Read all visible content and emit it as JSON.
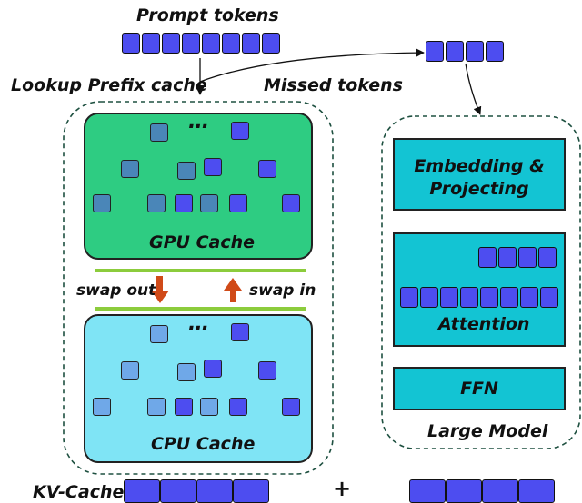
{
  "labels": {
    "prompt_tokens": "Prompt tokens",
    "lookup_prefix_cache": "Lookup Prefix cache",
    "missed_tokens": "Missed tokens",
    "gpu_cache": "GPU Cache",
    "cpu_cache": "CPU Cache",
    "swap_out": "swap out",
    "swap_in": "swap in",
    "embedding_line1": "Embedding &",
    "embedding_line2": "Projecting",
    "attention": "Attention",
    "ffn": "FFN",
    "large_model": "Large Model",
    "kv_cache": "KV-Cache",
    "plus": "+",
    "ellipsis": "..."
  },
  "colors": {
    "token_blue": "#4d4df0",
    "gpu_panel_green": "#2ecc82",
    "cpu_panel_cyan": "#7fe4f5",
    "model_box_teal": "#13c4d3",
    "swap_bar_green": "#8ccc3c",
    "swap_arrow_orange": "#d04a18",
    "gpu_node_steel": "#4a86b8",
    "cpu_node_light": "#6fa8e8",
    "container_dash": "#1e5040"
  }
}
